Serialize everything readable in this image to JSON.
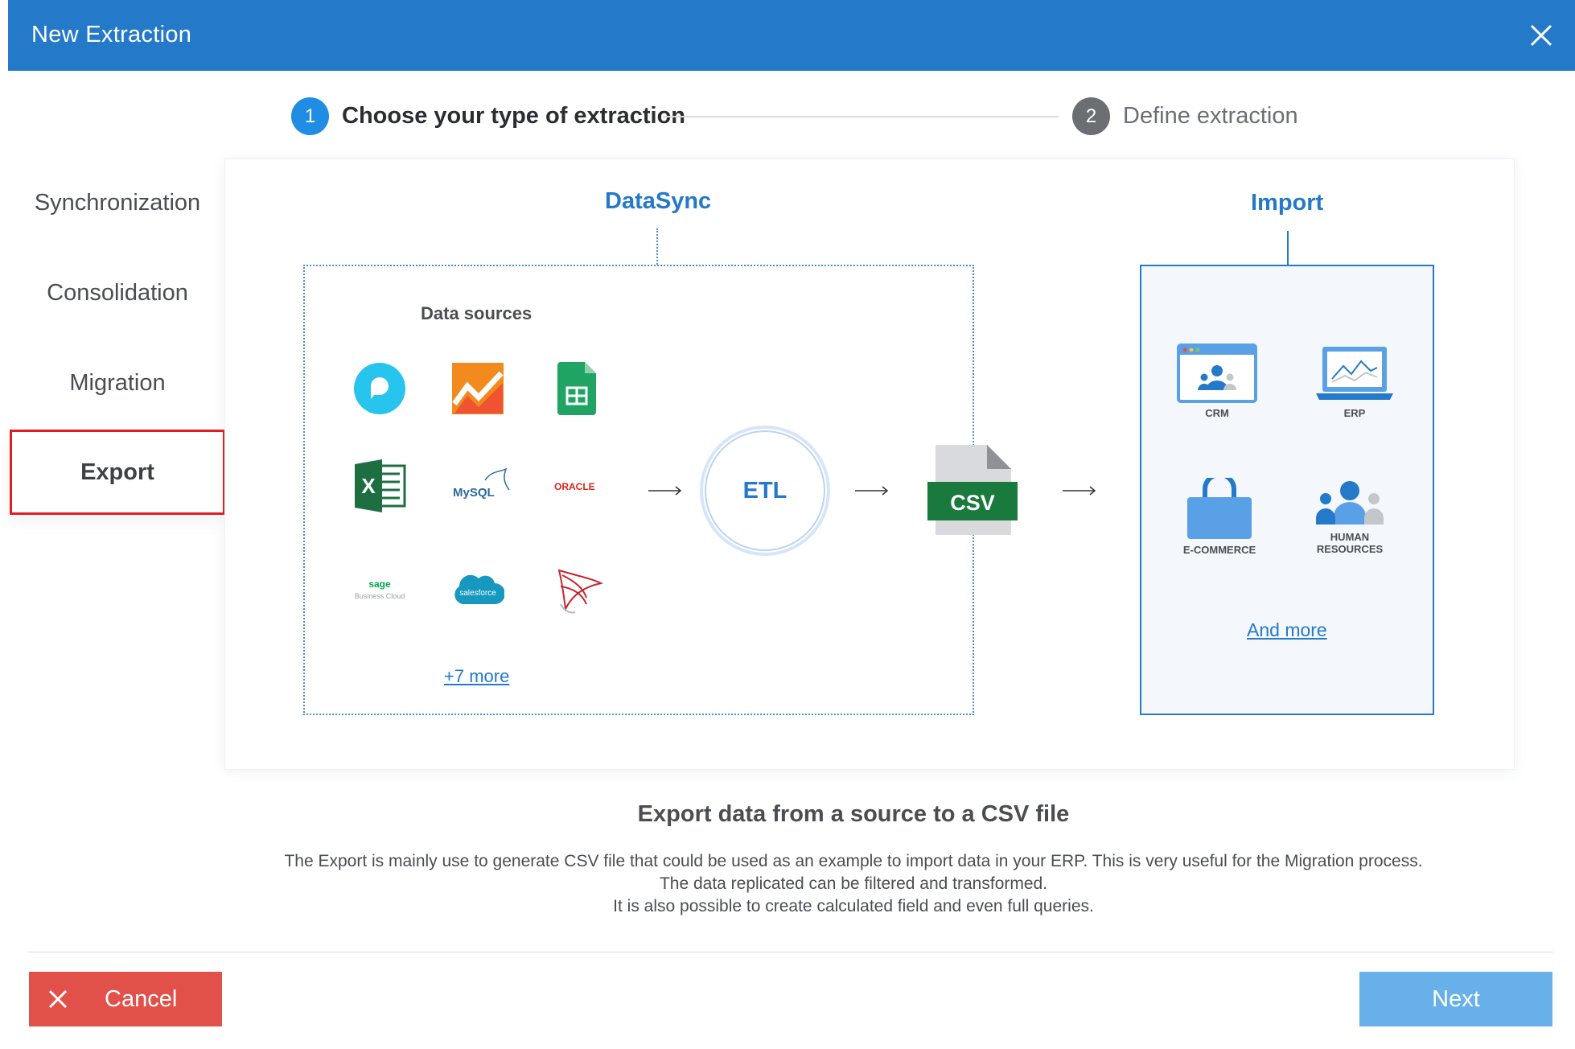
{
  "window": {
    "title": "New Extraction"
  },
  "stepper": {
    "step1": {
      "number": "1",
      "label": "Choose your type of extraction"
    },
    "step2": {
      "number": "2",
      "label": "Define extraction"
    }
  },
  "sidebar": {
    "items": [
      {
        "label": "Synchronization"
      },
      {
        "label": "Consolidation"
      },
      {
        "label": "Migration"
      },
      {
        "label": "Export",
        "active": true
      }
    ]
  },
  "diagram": {
    "datasync_title": "DataSync",
    "data_sources_label": "Data sources",
    "more_sources_link": "+7 more",
    "etl_label": "ETL",
    "csv_label": "CSV",
    "import_title": "Import",
    "import_items": [
      {
        "label": "CRM",
        "icon": "crm-icon"
      },
      {
        "label": "ERP",
        "icon": "erp-icon"
      },
      {
        "label": "E-COMMERCE",
        "icon": "shopping-bag-icon"
      },
      {
        "label_line1": "HUMAN",
        "label_line2": "RESOURCES",
        "icon": "people-icon"
      }
    ],
    "and_more_link": "And more",
    "sources": {
      "mysql": "MySQL",
      "oracle": "ORACLE",
      "sage": "sage",
      "sage_sub": "Business Cloud",
      "salesforce": "salesforce",
      "excel_letter": "X"
    }
  },
  "description": {
    "title": "Export data from a source to a CSV file",
    "line1": "The Export is mainly use to generate CSV file that could be used as an example to import data in your ERP. This is very useful for the Migration process.",
    "line2": "The data replicated can be filtered and transformed.",
    "line3": "It is also possible to create calculated field and even full queries."
  },
  "footer": {
    "cancel_label": "Cancel",
    "next_label": "Next"
  },
  "colors": {
    "header": "#2479c8",
    "accent": "#1f8de3",
    "cancel": "#e1514a",
    "next": "#68b0ea",
    "active_border": "#e11d24"
  }
}
